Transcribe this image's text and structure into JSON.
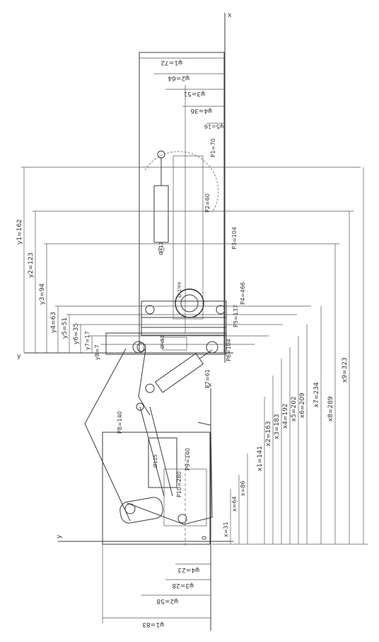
{
  "axes": {
    "x_top": "x",
    "y_top": "y",
    "x_bottom": "x",
    "y_bottom": "y",
    "origin": "0"
  },
  "top_dims": [
    "ψ1=72",
    "ψ2=64",
    "ψ3=51",
    "ψ4=36",
    "ψ5=16"
  ],
  "left_dims": [
    "y1=162",
    "y2=123",
    "y3=94",
    "y4=63",
    "y5=51",
    "y6=35",
    "y7=17",
    "y8=7"
  ],
  "right_dims": [
    "x1=141",
    "x2=163",
    "x3=183",
    "x4=192",
    "x5=202",
    "x6=209",
    "x7=234",
    "x8=289",
    "x9=323"
  ],
  "bottom_dims": [
    "ψ1=83",
    "ψ2=58",
    "ψ3=28",
    "ψ4=23"
  ],
  "bottom_x_dims": [
    "x=31",
    "x=64",
    "x=86"
  ],
  "forces": [
    "P1=70",
    "P2=60",
    "P3=104",
    "P4=466",
    "P5=137",
    "P6=104",
    "P7=61",
    "P8=140",
    "P9=140",
    "P10=280"
  ],
  "labels": [
    "Ø412",
    "Ø 1ЧЧ",
    "ØЧ5Т",
    "Ø125"
  ]
}
